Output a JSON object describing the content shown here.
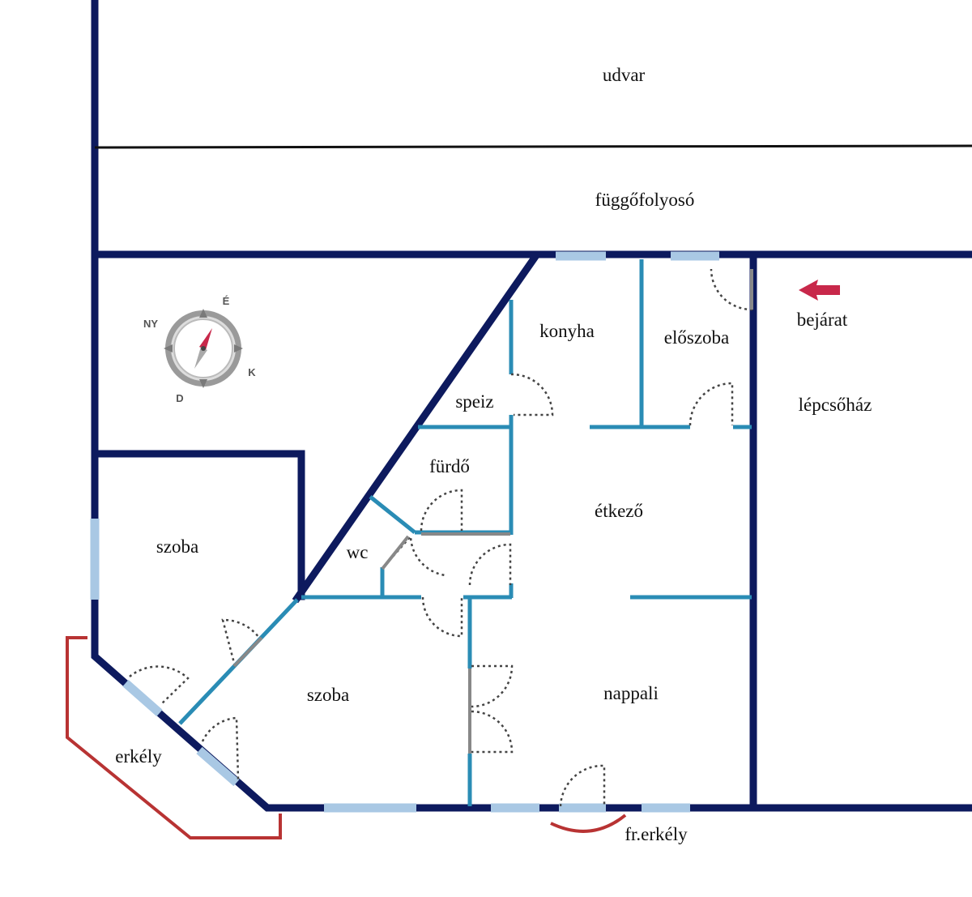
{
  "rooms": {
    "udvar": "udvar",
    "fuggofolyoso": "függőfolyosó",
    "bejarat": "bejárat",
    "konyha": "konyha",
    "eloszoba": "előszoba",
    "lepcsohaz": "lépcsőház",
    "speiz": "speiz",
    "furdo": "fürdő",
    "etkezo": "étkező",
    "szoba1": "szoba",
    "wc": "wc",
    "szoba2": "szoba",
    "nappali": "nappali",
    "erkely": "erkély",
    "frerkely": "fr.erkély"
  },
  "compass": {
    "n": "É",
    "e": "K",
    "s": "D",
    "w": "NY"
  },
  "colors": {
    "outer_wall": "#0d1a5e",
    "inner_wall": "#2a8cb5",
    "window": "#a9c8e4",
    "balcony": "#b83333",
    "entrance_arrow": "#c8284a"
  }
}
